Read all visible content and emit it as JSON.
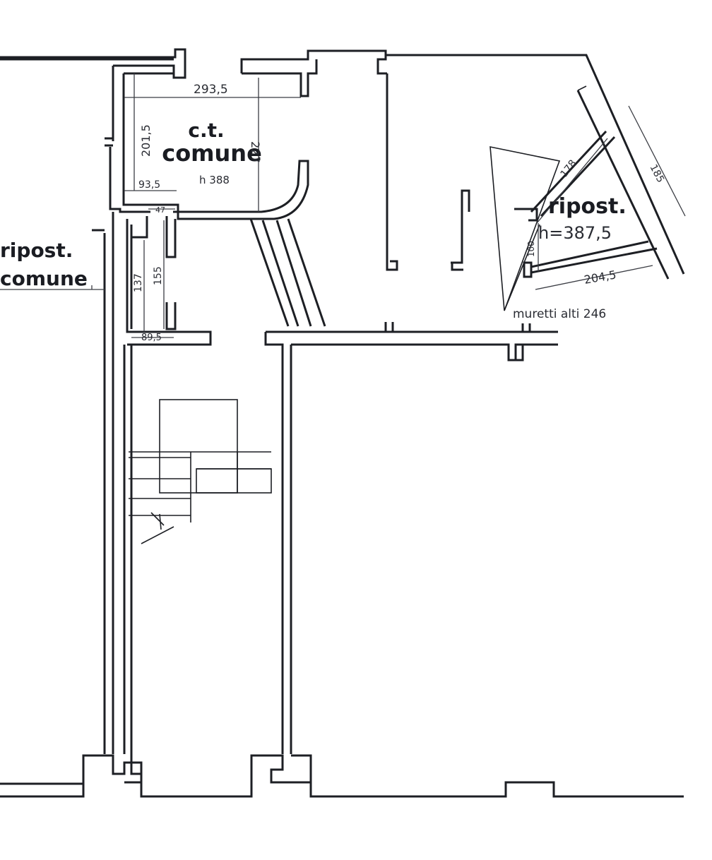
{
  "rooms": {
    "ct": {
      "title_line1": "c.t.",
      "title_line2": "comune",
      "height": "h 388"
    },
    "ripost_left": {
      "line1": "ripost.",
      "line2": "comune"
    },
    "ripost_right": {
      "line1": "ripost.",
      "height": "h=387,5"
    }
  },
  "dimensions": {
    "ct_width": "293,5",
    "ct_depth_left": "201,5",
    "ct_depth_right": "227",
    "ct_bottom": "93,5",
    "passage_width": "47",
    "passage_h1": "137",
    "passage_h2": "155",
    "passage_bottom": "89,5",
    "ripost_178": "178",
    "ripost_185": "185",
    "ripost_100": "100",
    "ripost_204": "204,5"
  },
  "notes": {
    "walls": "muretti alti 246"
  },
  "colors": {
    "ink": "#1d1f24",
    "paper": "#ffffff"
  }
}
